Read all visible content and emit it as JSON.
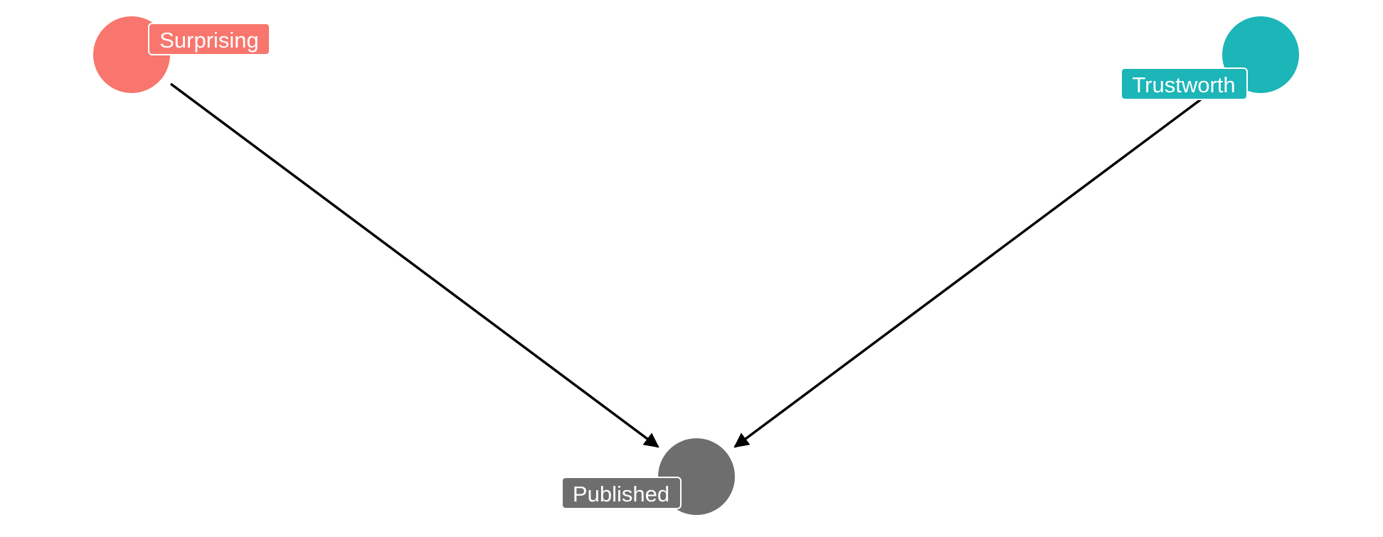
{
  "nodes": [
    {
      "id": "surprising",
      "label": "Surprising",
      "color": "#F8766D"
    },
    {
      "id": "trustworth",
      "label": "Trustworth",
      "color": "#1CB5B8"
    },
    {
      "id": "published",
      "label": "Published",
      "color": "#6E6E6E"
    }
  ],
  "edges": [
    {
      "from": "surprising",
      "to": "published"
    },
    {
      "from": "trustworth",
      "to": "published"
    }
  ],
  "edge_color": "#000000",
  "label_text_color": "#ffffff"
}
